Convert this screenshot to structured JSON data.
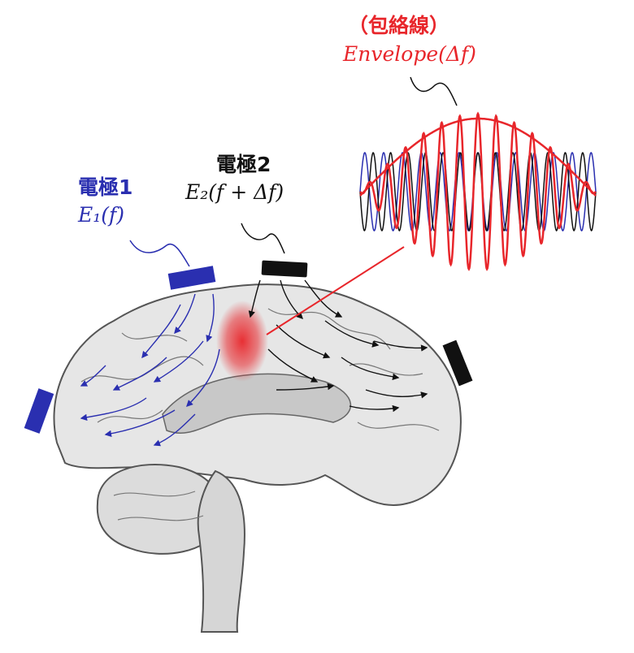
{
  "labels": {
    "envelope_jp": "（包絡線）",
    "envelope_math": "Envelope(Δf)",
    "electrode2_jp": "電極2",
    "electrode2_math": "E₂(f + Δf)",
    "electrode1_jp": "電極1",
    "electrode1_math": "E₁(f)"
  },
  "colors": {
    "electrode1": "#2a2fb0",
    "electrode2": "#111111",
    "envelope": "#e8262b",
    "brain_fill": "#e4e4e4",
    "brain_stroke": "#555555"
  }
}
